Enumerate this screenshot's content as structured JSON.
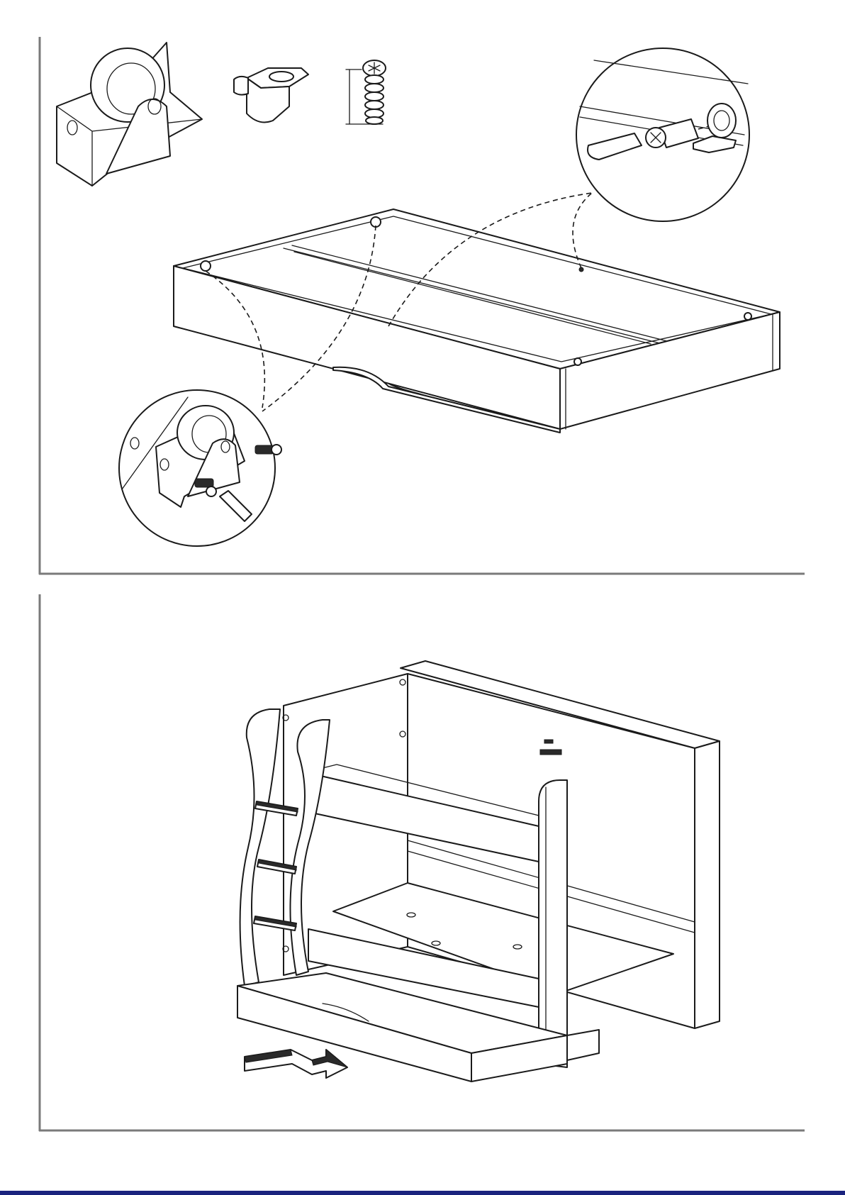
{
  "document": {
    "steps": [
      {
        "parts": [
          "caster-wheel-icon",
          "shelf-support-bracket-icon",
          "cam-dowel-icon"
        ],
        "illustration": "drawer-box-with-casters",
        "details": [
          "dowel-insertion-detail",
          "caster-screw-detail"
        ]
      },
      {
        "illustration": "bunk-bed-with-drawer",
        "arrow": "slide-in-arrow-icon"
      }
    ],
    "colors": {
      "line": "#1a1a1a",
      "frame": "#7a7a7a",
      "footer_band": "#1a237e"
    }
  }
}
